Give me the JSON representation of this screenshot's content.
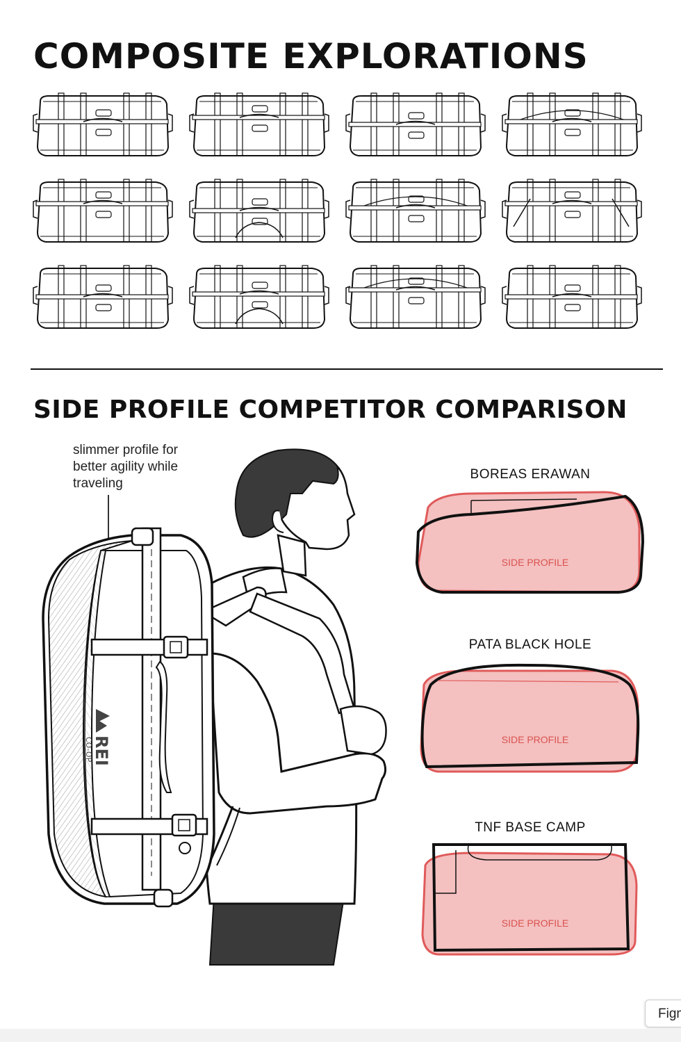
{
  "titles": {
    "composite": "COMPOSITE EXPLORATIONS",
    "comparison": "SIDE PROFILE COMPETITOR COMPARISON"
  },
  "annotation": {
    "lines": [
      "slimmer profile for",
      "better agility while",
      "traveling"
    ]
  },
  "brand": {
    "logo": "REI",
    "sub": "CO-OP"
  },
  "competitors": [
    {
      "name": "BOREAS ERAWAN",
      "profile_label": "SIDE PROFILE"
    },
    {
      "name": "PATA BLACK HOLE",
      "profile_label": "SIDE PROFILE"
    },
    {
      "name": "TNF BASE CAMP",
      "profile_label": "SIDE PROFILE"
    }
  ],
  "colors": {
    "profile_fill": "#f4c0c0",
    "profile_stroke": "#e05a5a",
    "outline": "#111111",
    "profile_text": "#d9534f"
  },
  "figma_tab": {
    "label": "Figma"
  }
}
